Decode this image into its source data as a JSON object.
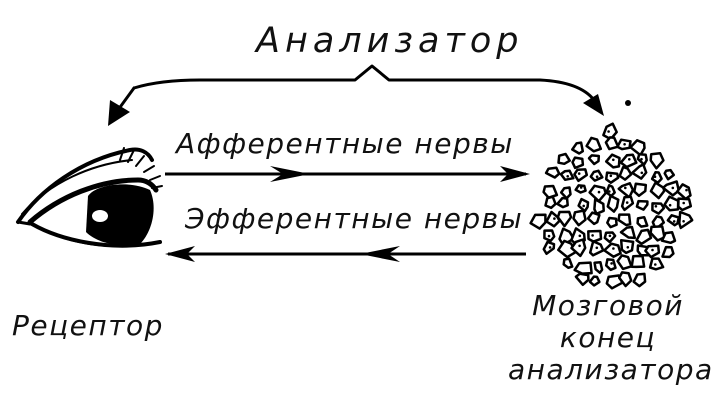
{
  "diagram": {
    "title": "Анализатор",
    "afferent": "Афферентные нервы",
    "efferent": "Эфферентные нервы",
    "receptor": "Рецептор",
    "brain_end": {
      "line1": "Мозговой",
      "line2": "конец",
      "line3": "анализатора"
    }
  }
}
